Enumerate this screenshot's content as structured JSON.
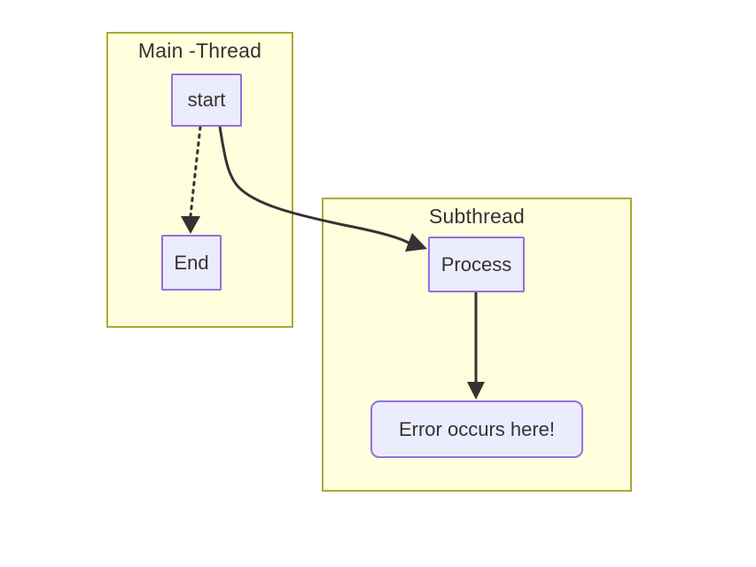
{
  "diagram": {
    "type": "flowchart",
    "subgraphs": [
      {
        "id": "main-thread",
        "title": "Main -Thread"
      },
      {
        "id": "subthread",
        "title": "Subthread"
      }
    ],
    "nodes": [
      {
        "id": "start",
        "label": "start",
        "shape": "rect",
        "subgraph": "main-thread"
      },
      {
        "id": "end",
        "label": "End",
        "shape": "rect",
        "subgraph": "main-thread"
      },
      {
        "id": "process",
        "label": "Process",
        "shape": "rect",
        "subgraph": "subthread"
      },
      {
        "id": "error",
        "label": "Error occurs here!",
        "shape": "rounded",
        "subgraph": "subthread"
      }
    ],
    "edges": [
      {
        "from": "start",
        "to": "end",
        "style": "dotted"
      },
      {
        "from": "start",
        "to": "process",
        "style": "solid-curved"
      },
      {
        "from": "process",
        "to": "error",
        "style": "solid"
      }
    ],
    "colors": {
      "background": "#ffffff",
      "subgraph_fill": "#ffffde",
      "subgraph_border": "#aaaa33",
      "node_fill": "#ececff",
      "node_border": "#9370db",
      "edge": "#333333",
      "text": "#333333"
    }
  }
}
